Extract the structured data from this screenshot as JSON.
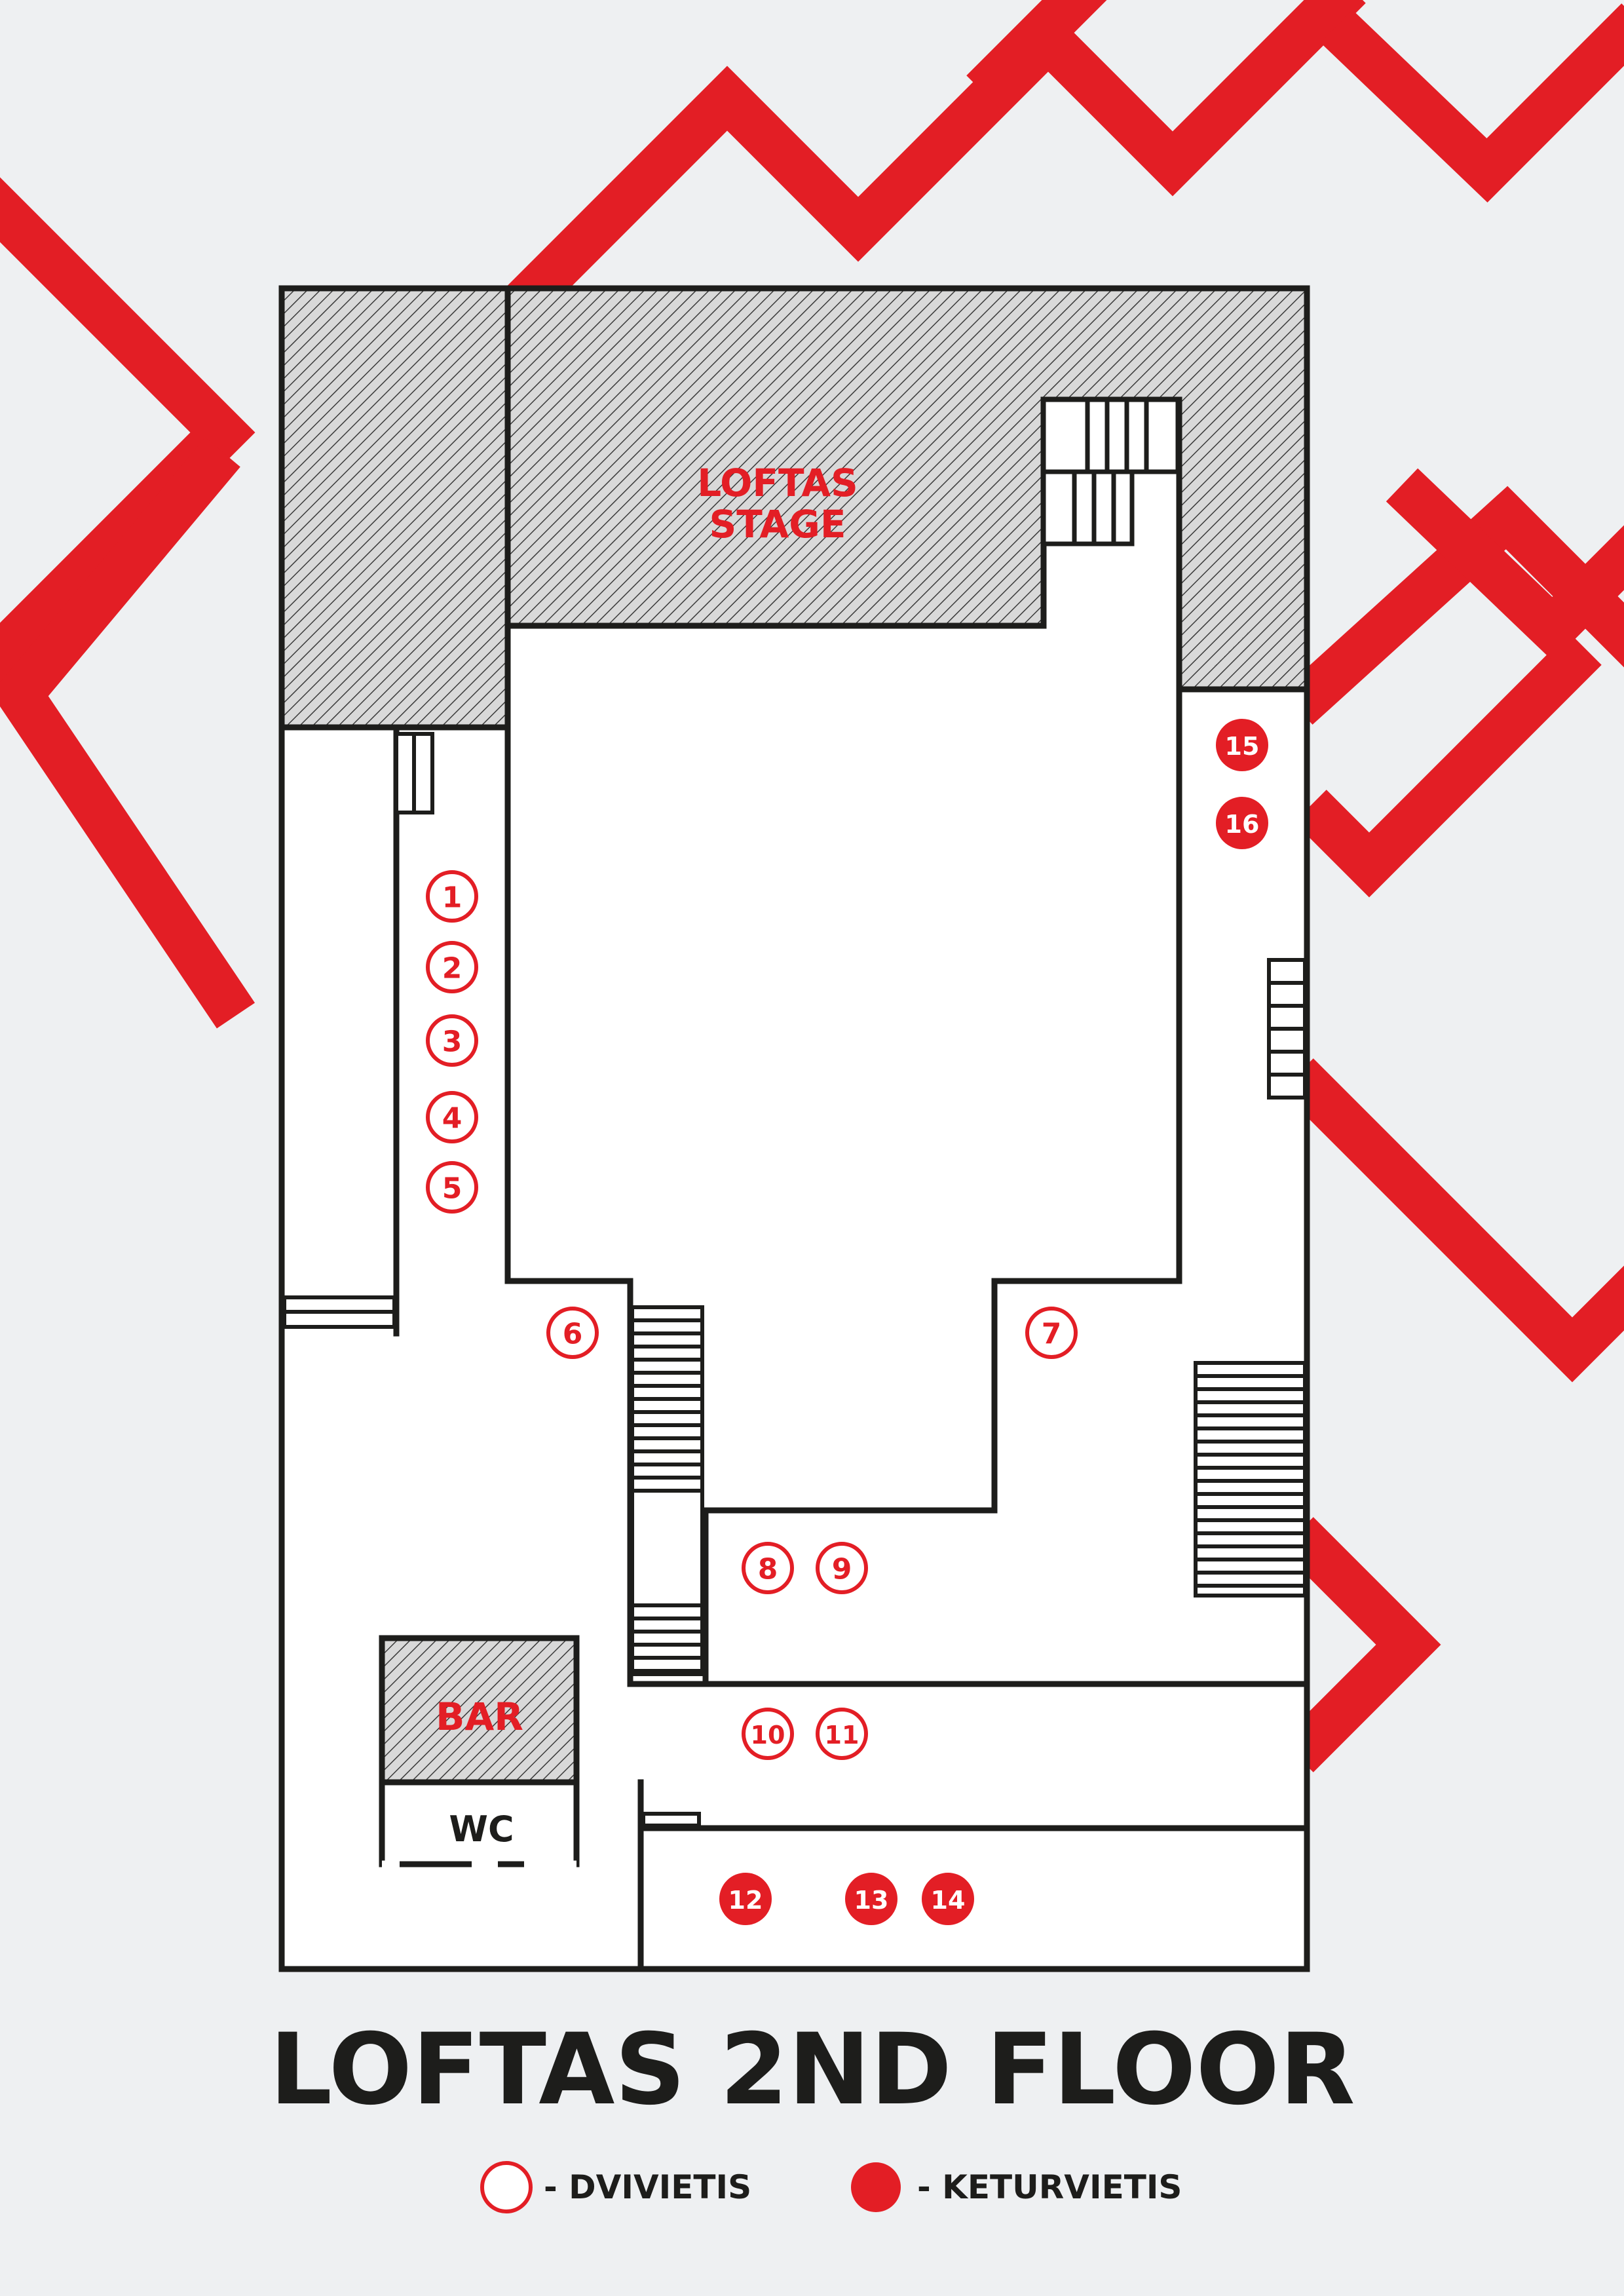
{
  "title": "LOFTAS 2ND FLOOR",
  "rooms": {
    "stage_line1": "LOFTAS",
    "stage_line2": "STAGE",
    "bar": "BAR",
    "wc": "WC"
  },
  "legend": {
    "two_seat": "- DVIVIETIS",
    "four_seat": "- KETURVIETIS"
  },
  "seats": [
    {
      "number": "1",
      "type": "two_seat"
    },
    {
      "number": "2",
      "type": "two_seat"
    },
    {
      "number": "3",
      "type": "two_seat"
    },
    {
      "number": "4",
      "type": "two_seat"
    },
    {
      "number": "5",
      "type": "two_seat"
    },
    {
      "number": "6",
      "type": "two_seat"
    },
    {
      "number": "7",
      "type": "two_seat"
    },
    {
      "number": "8",
      "type": "two_seat"
    },
    {
      "number": "9",
      "type": "two_seat"
    },
    {
      "number": "10",
      "type": "two_seat"
    },
    {
      "number": "11",
      "type": "two_seat"
    },
    {
      "number": "12",
      "type": "four_seat"
    },
    {
      "number": "13",
      "type": "four_seat"
    },
    {
      "number": "14",
      "type": "four_seat"
    },
    {
      "number": "15",
      "type": "four_seat"
    },
    {
      "number": "16",
      "type": "four_seat"
    }
  ],
  "colors": {
    "accent": "#e31e25",
    "ink": "#1d1d1b",
    "background": "#eef0f2",
    "floor": "#ffffff",
    "hatch_fill": "#dcdcdc"
  }
}
